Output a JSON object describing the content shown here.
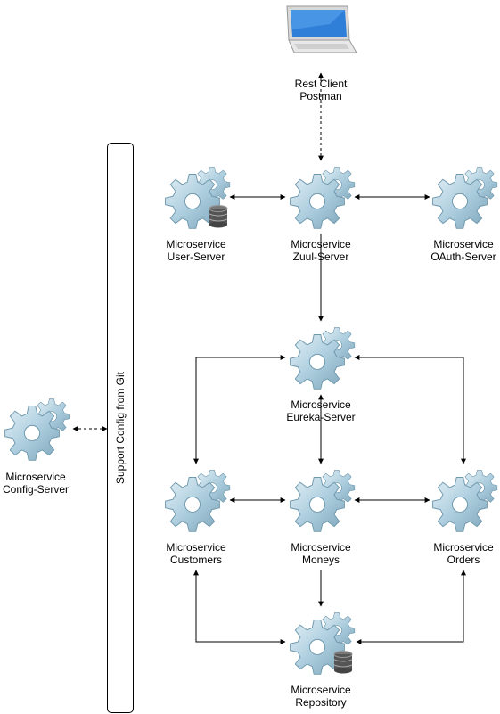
{
  "sidebar": {
    "label": "Support Config from Git"
  },
  "client": {
    "line1": "Rest Client",
    "line2": "Postman"
  },
  "nodes": {
    "config": {
      "line1": "Microservice",
      "line2": "Config-Server"
    },
    "user": {
      "line1": "Microservice",
      "line2": "User-Server"
    },
    "zuul": {
      "line1": "Microservice",
      "line2": "Zuul-Server"
    },
    "oauth": {
      "line1": "Microservice",
      "line2": "OAuth-Server"
    },
    "eureka": {
      "line1": "Microservice",
      "line2": "Eureka-Server"
    },
    "customers": {
      "line1": "Microservice",
      "line2": "Customers"
    },
    "moneys": {
      "line1": "Microservice",
      "line2": "Moneys"
    },
    "orders": {
      "line1": "Microservice",
      "line2": "Orders"
    },
    "repository": {
      "line1": "Microservice",
      "line2": "Repository"
    }
  },
  "colors": {
    "gear_light": "#cfe4ee",
    "gear_mid": "#9fc3d6",
    "gear_dark": "#6f98ad",
    "line": "#000000"
  }
}
